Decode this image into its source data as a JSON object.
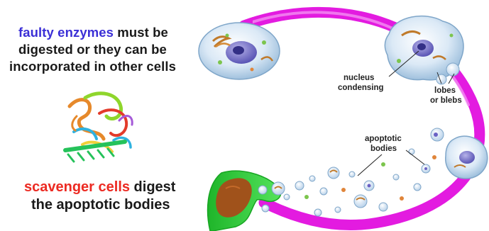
{
  "captions": {
    "top": {
      "line1_highlight": "faulty enzymes",
      "line1_rest": " must be",
      "line2": "digested or they can be",
      "line3": "incorporated in other cells"
    },
    "bottom": {
      "line1_highlight": "scavenger cells",
      "line1_rest": " digest",
      "line2": "the apoptotic bodies"
    }
  },
  "labels": {
    "nucleus_1": "nucleus",
    "nucleus_2": "condensing",
    "lobes_1": "lobes",
    "lobes_2": "or blebs",
    "apoptotic_1": "apoptotic",
    "apoptotic_2": "bodies"
  },
  "colors": {
    "arrow": "#e31be0",
    "highlight_blue": "#3b2fd6",
    "highlight_red": "#ec2a22",
    "scavenger_cell": "#33d93b",
    "scavenger_nucleus": "#a0521b",
    "cell_body": "#cfe3f3"
  }
}
